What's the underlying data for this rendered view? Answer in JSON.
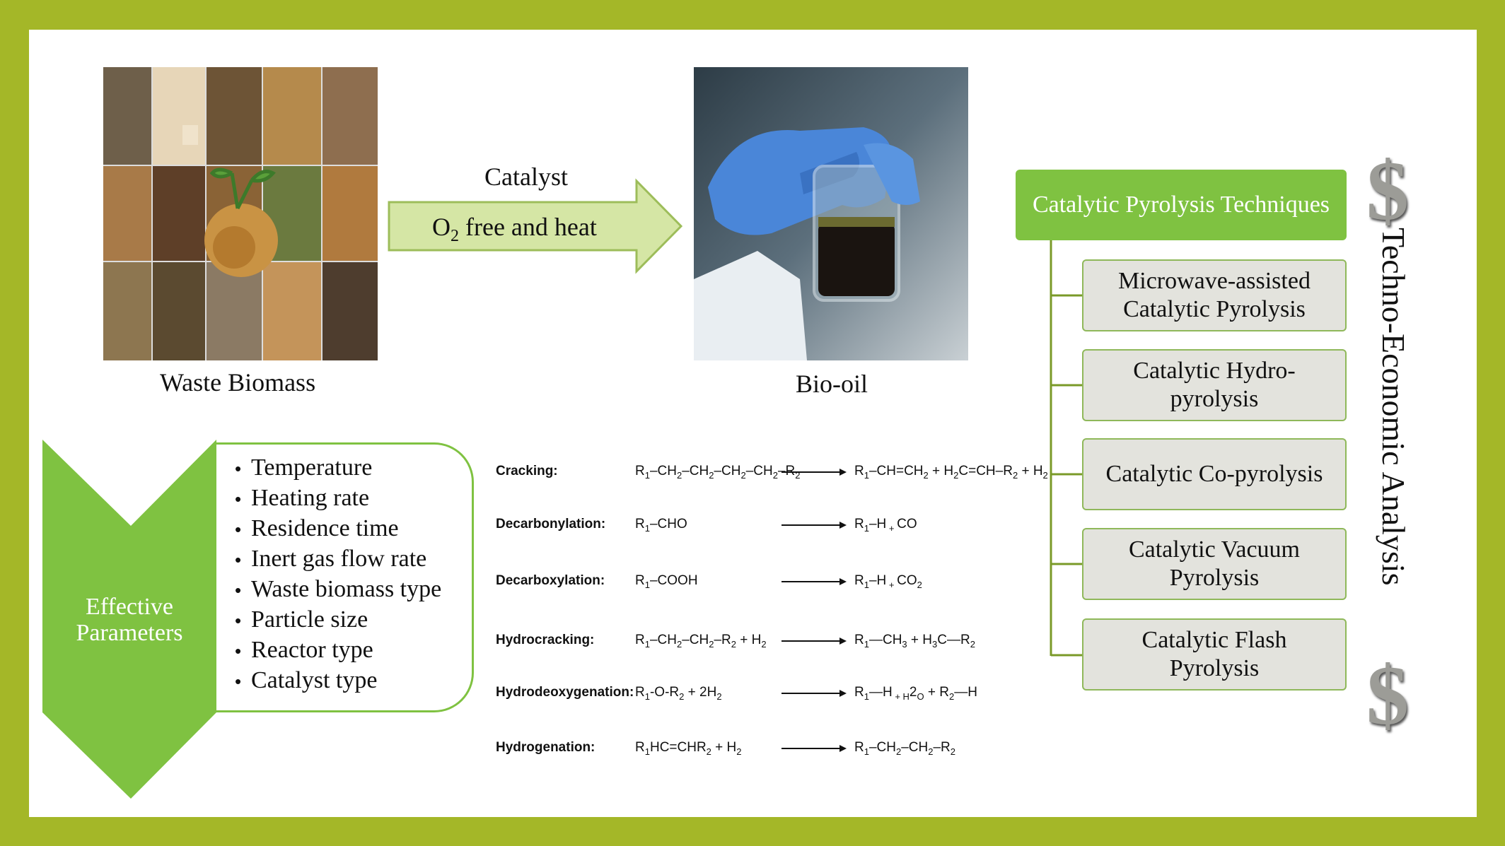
{
  "biomass": {
    "caption": "Waste Biomass"
  },
  "bio_oil": {
    "caption": "Bio-oil"
  },
  "process_arrow": {
    "top_label": "Catalyst",
    "inner_prefix": "O",
    "inner_sub": "2",
    "inner_suffix": " free and heat",
    "fill": "#d5e6a5",
    "stroke": "#9dbd5a"
  },
  "effective_parameters": {
    "title_line1": "Effective",
    "title_line2": "Parameters",
    "items": [
      "Temperature",
      "Heating rate",
      "Residence time",
      "Inert gas flow rate",
      "Waste biomass type",
      "Particle size",
      "Reactor type",
      "Catalyst type"
    ],
    "chevron_color": "#7fc241",
    "border_color": "#7fc241"
  },
  "reactions": [
    {
      "label": "Cracking:",
      "reactant": [
        "R",
        "1",
        "–CH",
        "2",
        "–CH",
        "2",
        "–CH",
        "2",
        "–CH",
        "2",
        "–R",
        "2"
      ],
      "products": [
        "R",
        "1",
        "–CH=CH",
        "2",
        " + H",
        "2",
        "C=CH–R",
        "2",
        " + H",
        "2"
      ]
    },
    {
      "label": "Decarbonylation:",
      "reactant": [
        "R",
        "1",
        "–CHO"
      ],
      "products": [
        "R",
        "1",
        "–H",
        " + ",
        "CO"
      ]
    },
    {
      "label": "Decarboxylation:",
      "reactant": [
        "R",
        "1",
        "–COOH"
      ],
      "products": [
        "R",
        "1",
        "–H",
        " + ",
        "CO",
        "2"
      ]
    },
    {
      "label": "Hydrocracking:",
      "reactant": [
        "R",
        "1",
        "–CH",
        "2",
        "–CH",
        "2",
        "–R",
        "2",
        " + H",
        "2"
      ],
      "products": [
        "R",
        "1",
        "—CH",
        "3",
        " + H",
        "3",
        "C—R",
        "2"
      ]
    },
    {
      "label": "Hydrodeoxygenation:",
      "reactant": [
        "R",
        "1",
        "-O-R",
        "2",
        " + 2H",
        "2"
      ],
      "products": [
        "R",
        "1",
        "—H",
        " + H",
        "2",
        "O",
        " + R",
        "2",
        "—H"
      ]
    },
    {
      "label": "Hydrogenation:",
      "reactant": [
        "R",
        "1",
        "HC=CHR",
        "2",
        " + H",
        "2"
      ],
      "products": [
        "R",
        "1",
        "–CH",
        "2",
        "–CH",
        "2",
        "–R",
        "2"
      ]
    }
  ],
  "techniques": {
    "header": "Catalytic Pyrolysis Techniques",
    "header_fill": "#7fc241",
    "item_fill": "#e3e3dd",
    "item_border": "#8fb85a",
    "items": [
      {
        "line1": "Microwave-assisted",
        "line2": "Catalytic Pyrolysis"
      },
      {
        "line1": "Catalytic Hydro-",
        "line2": "pyrolysis"
      },
      {
        "line1": "Catalytic Co-pyrolysis",
        "line2": ""
      },
      {
        "line1": "Catalytic Vacuum",
        "line2": "Pyrolysis"
      },
      {
        "line1": "Catalytic Flash",
        "line2": "Pyrolysis"
      }
    ]
  },
  "techno_economic": {
    "label": "Techno-Economic Analysis",
    "symbol_top": "$",
    "symbol_bottom": "$"
  },
  "colors": {
    "frame": "#a4b728",
    "panel": "#ffffff"
  }
}
